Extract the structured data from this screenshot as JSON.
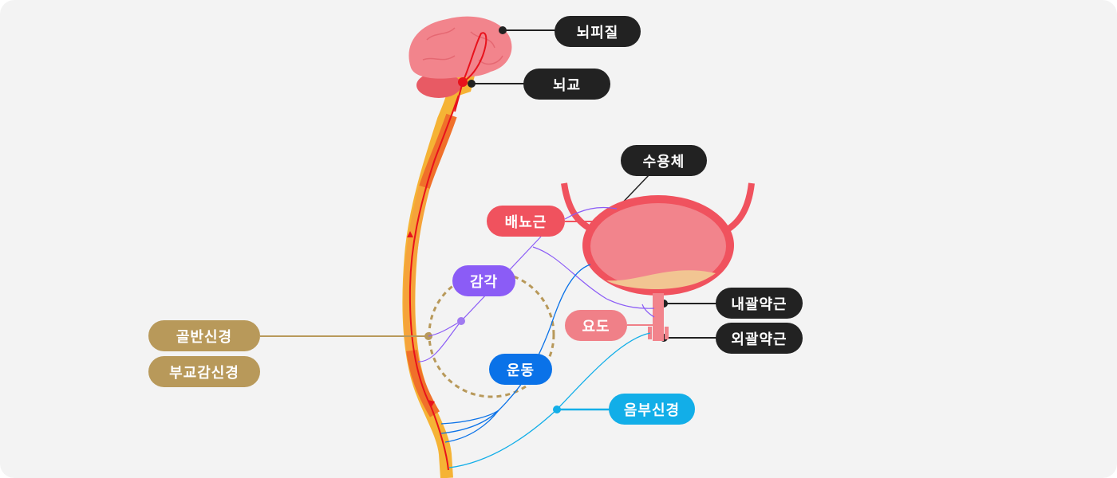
{
  "labels": {
    "cortex": "뇌피질",
    "pons": "뇌교",
    "receptor": "수용체",
    "detrusor": "배뇨근",
    "sensory": "감각",
    "pelvic_nerve": "골반신경",
    "parasympathetic": "부교감신경",
    "motor": "운동",
    "urethra": "요도",
    "internal_sphincter": "내괄약근",
    "external_sphincter": "외괄약근",
    "pudendal_nerve": "음부신경"
  },
  "colors": {
    "background": "#f3f3f3",
    "dark_label": "#222222",
    "detrusor": "#f0525e",
    "sensory": "#8b5cf6",
    "pelvic": "#b8995a",
    "motor": "#0a72e8",
    "urethra": "#f08088",
    "pudendal": "#12aee8",
    "spinal_cord": "#f5a33a",
    "brain": "#f2848c",
    "urine": "#f2c592"
  }
}
